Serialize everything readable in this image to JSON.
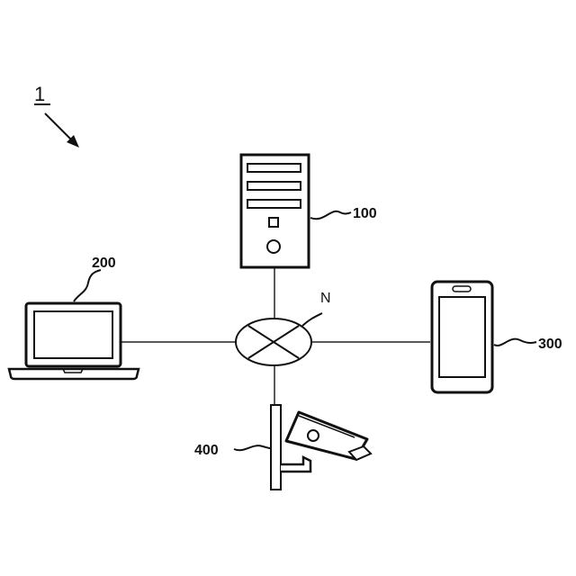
{
  "figure": {
    "number": "1"
  },
  "nodes": {
    "server": {
      "ref": "100",
      "icon": "server-tower-icon"
    },
    "laptop": {
      "ref": "200",
      "icon": "laptop-icon"
    },
    "phone": {
      "ref": "300",
      "icon": "smartphone-icon"
    },
    "camera": {
      "ref": "400",
      "icon": "security-camera-icon"
    },
    "network": {
      "ref": "N",
      "icon": "network-hub-icon"
    }
  }
}
